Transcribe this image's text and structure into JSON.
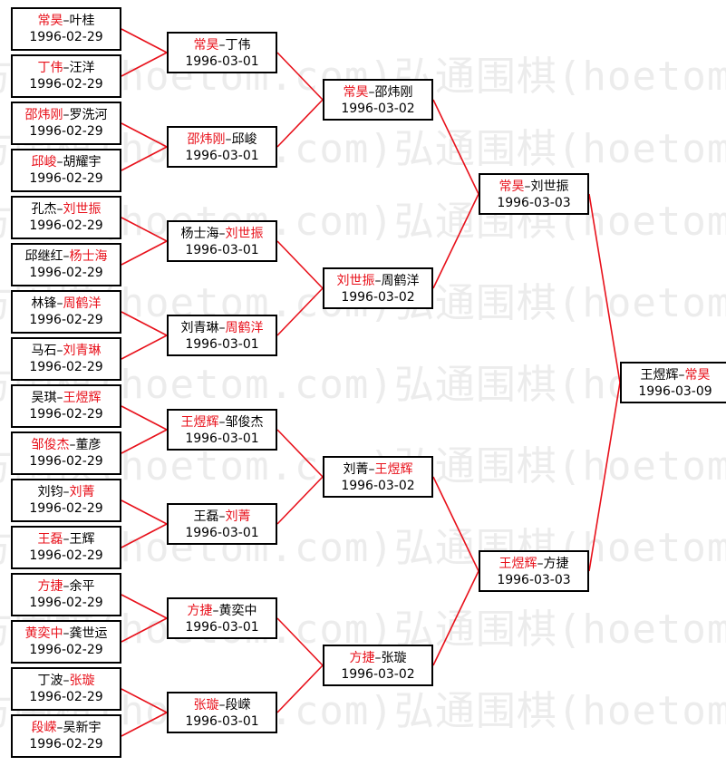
{
  "watermark": "方围棋(hoetom.com)弘通围棋(hoetom.com)弘通",
  "colors": {
    "winner": "#e8111b",
    "line": "#e8111b"
  },
  "rounds": [
    [
      {
        "p1": "常昊",
        "p2": "叶桂",
        "winner": 1,
        "date": "1996-02-29"
      },
      {
        "p1": "丁伟",
        "p2": "汪洋",
        "winner": 1,
        "date": "1996-02-29"
      },
      {
        "p1": "邵炜刚",
        "p2": "罗洗河",
        "winner": 1,
        "date": "1996-02-29"
      },
      {
        "p1": "邱峻",
        "p2": "胡耀宇",
        "winner": 1,
        "date": "1996-02-29"
      },
      {
        "p1": "孔杰",
        "p2": "刘世振",
        "winner": 2,
        "date": "1996-02-29"
      },
      {
        "p1": "邱继红",
        "p2": "杨士海",
        "winner": 2,
        "date": "1996-02-29"
      },
      {
        "p1": "林锋",
        "p2": "周鹤洋",
        "winner": 2,
        "date": "1996-02-29"
      },
      {
        "p1": "马石",
        "p2": "刘青琳",
        "winner": 2,
        "date": "1996-02-29"
      },
      {
        "p1": "吴琪",
        "p2": "王煜辉",
        "winner": 2,
        "date": "1996-02-29"
      },
      {
        "p1": "邹俊杰",
        "p2": "董彦",
        "winner": 1,
        "date": "1996-02-29"
      },
      {
        "p1": "刘钧",
        "p2": "刘菁",
        "winner": 2,
        "date": "1996-02-29"
      },
      {
        "p1": "王磊",
        "p2": "王辉",
        "winner": 1,
        "date": "1996-02-29"
      },
      {
        "p1": "方捷",
        "p2": "余平",
        "winner": 1,
        "date": "1996-02-29"
      },
      {
        "p1": "黄奕中",
        "p2": "龚世运",
        "winner": 1,
        "date": "1996-02-29"
      },
      {
        "p1": "丁波",
        "p2": "张璇",
        "winner": 2,
        "date": "1996-02-29"
      },
      {
        "p1": "段嵘",
        "p2": "吴新宇",
        "winner": 1,
        "date": "1996-02-29"
      }
    ],
    [
      {
        "p1": "常昊",
        "p2": "丁伟",
        "winner": 1,
        "date": "1996-03-01"
      },
      {
        "p1": "邵炜刚",
        "p2": "邱峻",
        "winner": 1,
        "date": "1996-03-01"
      },
      {
        "p1": "杨士海",
        "p2": "刘世振",
        "winner": 2,
        "date": "1996-03-01"
      },
      {
        "p1": "刘青琳",
        "p2": "周鹤洋",
        "winner": 2,
        "date": "1996-03-01"
      },
      {
        "p1": "王煜辉",
        "p2": "邹俊杰",
        "winner": 1,
        "date": "1996-03-01"
      },
      {
        "p1": "王磊",
        "p2": "刘菁",
        "winner": 2,
        "date": "1996-03-01"
      },
      {
        "p1": "方捷",
        "p2": "黄奕中",
        "winner": 1,
        "date": "1996-03-01"
      },
      {
        "p1": "张璇",
        "p2": "段嵘",
        "winner": 1,
        "date": "1996-03-01"
      }
    ],
    [
      {
        "p1": "常昊",
        "p2": "邵炜刚",
        "winner": 1,
        "date": "1996-03-02"
      },
      {
        "p1": "刘世振",
        "p2": "周鹤洋",
        "winner": 1,
        "date": "1996-03-02"
      },
      {
        "p1": "刘菁",
        "p2": "王煜辉",
        "winner": 2,
        "date": "1996-03-02"
      },
      {
        "p1": "方捷",
        "p2": "张璇",
        "winner": 1,
        "date": "1996-03-02"
      }
    ],
    [
      {
        "p1": "常昊",
        "p2": "刘世振",
        "winner": 1,
        "date": "1996-03-03"
      },
      {
        "p1": "王煜辉",
        "p2": "方捷",
        "winner": 1,
        "date": "1996-03-03"
      }
    ],
    [
      {
        "p1": "王煜辉",
        "p2": "常昊",
        "winner": 2,
        "date": "1996-03-09"
      }
    ]
  ]
}
